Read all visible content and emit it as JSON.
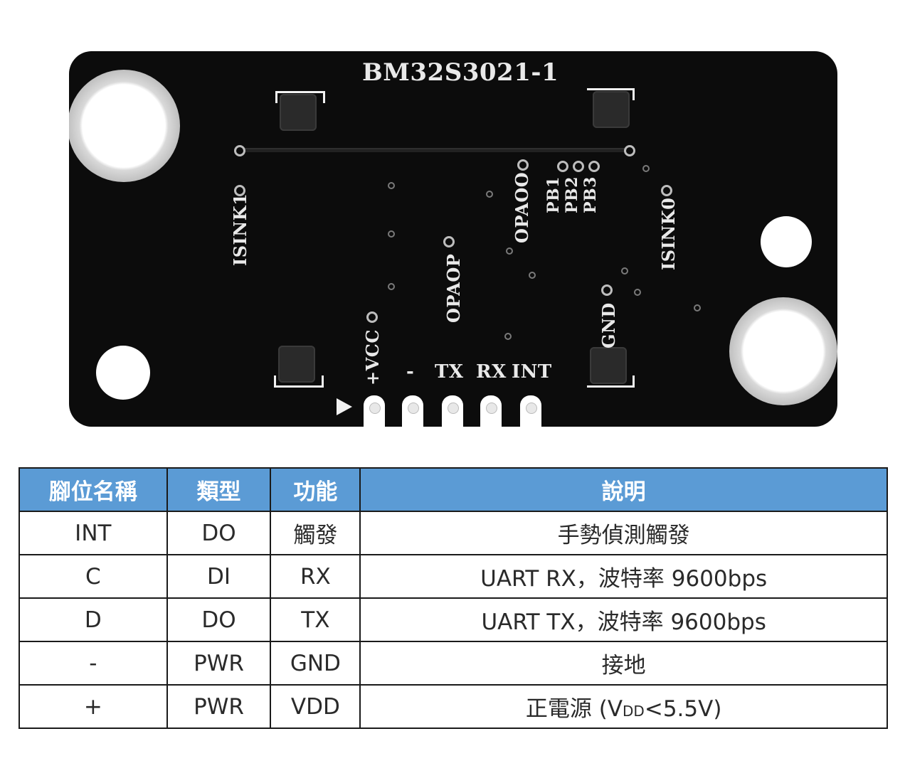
{
  "board": {
    "model": "BM32S3021-1",
    "labels": {
      "isink1": "ISINK1",
      "opaop": "OPAOP",
      "opaoo": "OPAOO",
      "pb1": "PB1",
      "pb2": "PB2",
      "pb3": "PB3",
      "isink0": "ISINK0",
      "gnd": "GND",
      "vcc": "+VCC",
      "minus": "-",
      "tx": "TX",
      "rx": "RX",
      "int": "INT"
    }
  },
  "pin_table": {
    "headers": [
      "腳位名稱",
      "類型",
      "功能",
      "說明"
    ],
    "rows": [
      {
        "name": "INT",
        "type": "DO",
        "function": "觸發",
        "description": "手勢偵測觸發"
      },
      {
        "name": "C",
        "type": "DI",
        "function": "RX",
        "description": "UART RX，波特率 9600bps"
      },
      {
        "name": "D",
        "type": "DO",
        "function": "TX",
        "description": "UART TX，波特率 9600bps"
      },
      {
        "name": "-",
        "type": "PWR",
        "function": "GND",
        "description": "接地"
      },
      {
        "name": "+",
        "type": "PWR",
        "function": "VDD",
        "description_prefix": "正電源 (V",
        "description_sub": "DD",
        "description_suffix": "<5.5V)"
      }
    ]
  }
}
